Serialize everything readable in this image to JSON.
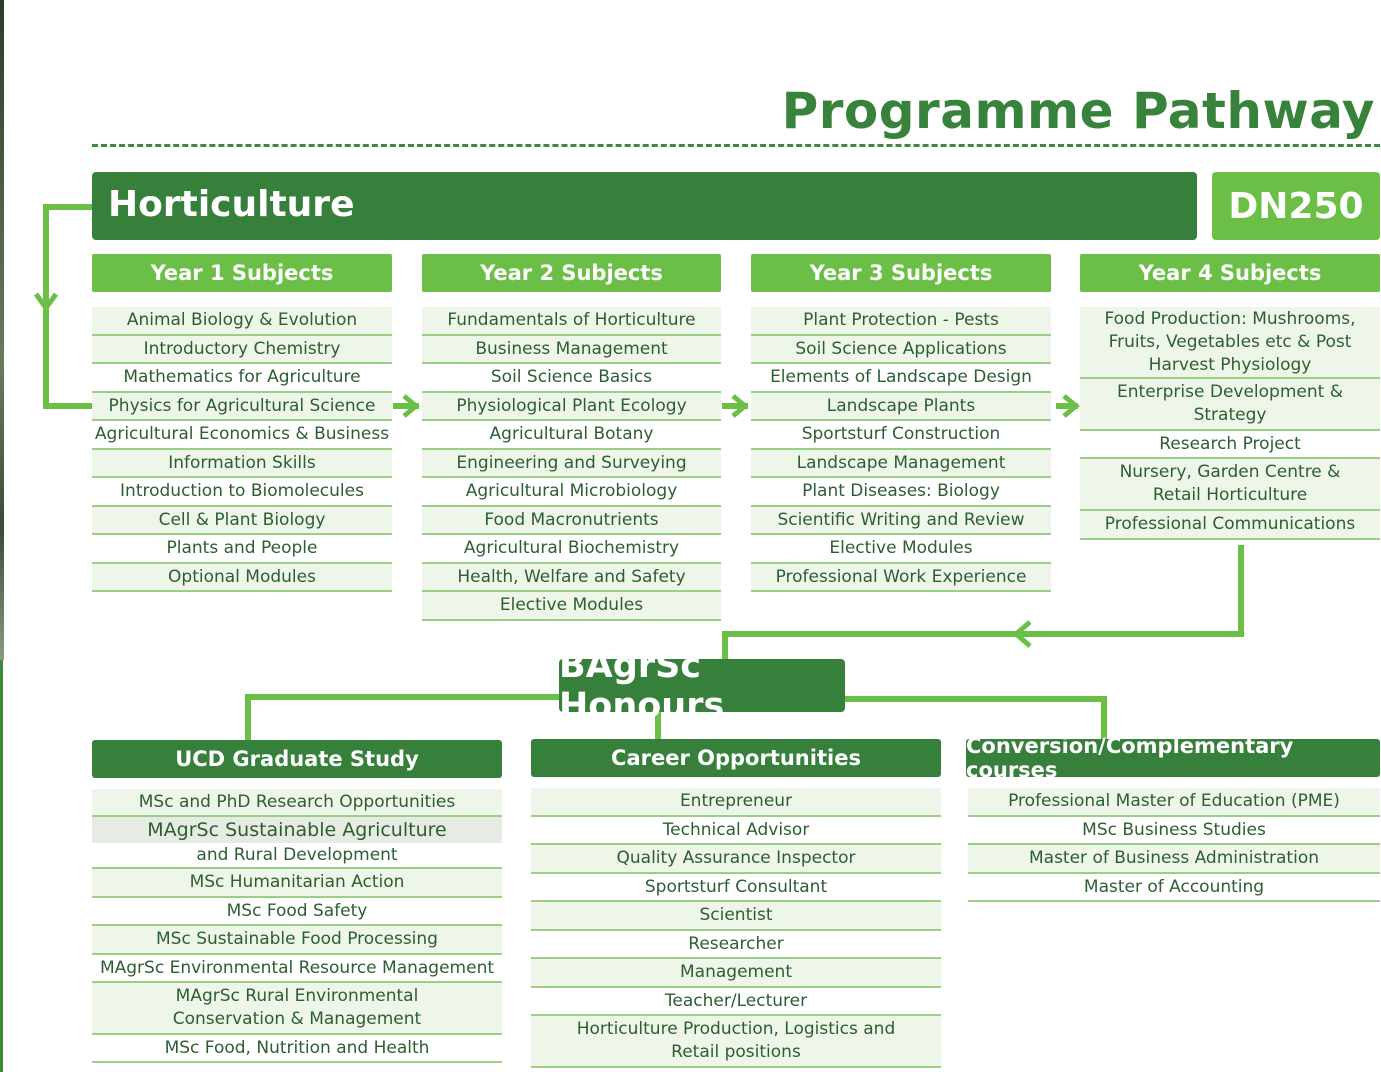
{
  "title": "Programme Pathway",
  "programme": {
    "name": "Horticulture",
    "code": "DN250"
  },
  "years": [
    {
      "heading": "Year 1 Subjects",
      "items": [
        "Animal Biology & Evolution",
        "Introductory Chemistry",
        "Mathematics for Agriculture",
        "Physics for Agricultural Science",
        "Agricultural Economics & Business",
        "Information Skills",
        "Introduction to Biomolecules",
        "Cell & Plant Biology",
        "Plants and People",
        "Optional Modules"
      ]
    },
    {
      "heading": "Year 2 Subjects",
      "items": [
        "Fundamentals of Horticulture",
        "Business Management",
        "Soil Science Basics",
        "Physiological Plant Ecology",
        "Agricultural Botany",
        "Engineering and Surveying",
        "Agricultural Microbiology",
        "Food Macronutrients",
        "Agricultural Biochemistry",
        "Health, Welfare and Safety",
        "Elective Modules"
      ]
    },
    {
      "heading": "Year 3 Subjects",
      "items": [
        "Plant Protection - Pests",
        "Soil Science Applications",
        "Elements of Landscape Design",
        "Landscape Plants",
        "Sportsturf Construction",
        "Landscape Management",
        "Plant Diseases: Biology",
        "Scientific Writing and Review",
        "Elective Modules",
        "Professional Work Experience"
      ]
    },
    {
      "heading": "Year 4 Subjects",
      "items": [
        "Food Production: Mushrooms, Fruits, Vegetables etc & Post Harvest Physiology",
        "Enterprise Development & Strategy",
        "Research Project",
        "Nursery, Garden Centre & Retail Horticulture",
        "Professional Communications"
      ]
    }
  ],
  "degree": "BAgrSc Honours",
  "outcomes": [
    {
      "heading": "UCD Graduate Study",
      "items": [
        "MSc and PhD Research Opportunities",
        "MAgrSc Sustainable Agriculture",
        "and Rural Development",
        "MSc Humanitarian Action",
        "MSc Food Safety",
        "MSc Sustainable Food Processing",
        "MAgrSc Environmental Resource Management",
        "MAgrSc Rural Environmental Conservation & Management",
        "MSc Food, Nutrition and Health"
      ]
    },
    {
      "heading": "Career Opportunities",
      "items": [
        "Entrepreneur",
        "Technical Advisor",
        "Quality Assurance Inspector",
        "Sportsturf Consultant",
        "Scientist",
        "Researcher",
        "Management",
        "Teacher/Lecturer",
        "Horticulture Production, Logistics and Retail positions"
      ]
    },
    {
      "heading": "Conversion/Complementary courses",
      "items": [
        "Professional Master of Education (PME)",
        "MSc Business Studies",
        "Master of Business Administration",
        "Master of Accounting"
      ]
    }
  ],
  "colors": {
    "dark_green": "#37803b",
    "light_green": "#6cbf46",
    "row_bg": "#eef6ea",
    "text": "#2d5e31"
  }
}
